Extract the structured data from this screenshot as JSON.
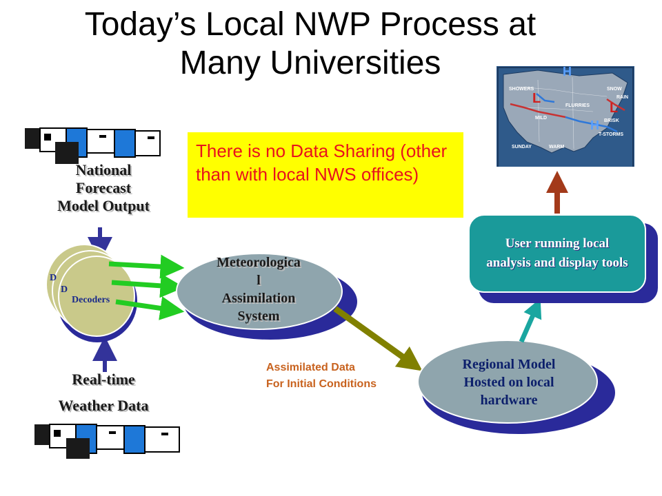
{
  "title": {
    "line1": "Today’s Local NWP Process at",
    "line2": "Many Universities"
  },
  "sources": {
    "national": [
      "National",
      "Forecast",
      "Model Output"
    ],
    "realtime": [
      "Real-time",
      "Weather Data"
    ]
  },
  "decoders": {
    "label": "Decoders",
    "back_label_1": "D",
    "back_label_2": "D"
  },
  "note": {
    "text": "There is no Data Sharing (other than with local NWS offices)"
  },
  "assimilation": {
    "lines": [
      "Meteorologica",
      "l",
      "Assimilation",
      "System"
    ]
  },
  "arrow_label": {
    "line1": "Assimilated Data",
    "line2": "For Initial Conditions"
  },
  "regional": {
    "lines": [
      "Regional Model",
      "Hosted on local",
      "hardware"
    ]
  },
  "user": {
    "line1": "User running local",
    "line2": "analysis and display tools"
  },
  "map": {
    "labels": [
      "H",
      "H",
      "L",
      "L",
      "SHOWERS",
      "FLURRIES",
      "MILD",
      "SNOW",
      "RAIN",
      "BRISK",
      "SUNDAY",
      "WARM",
      "T-STORMS"
    ]
  },
  "colors": {
    "note_bg": "#ffff00",
    "note_text": "#e8121c",
    "green_arrows": "#22cc22",
    "olive_arrow": "#808000",
    "teal_arrow": "#1aa6a0",
    "brown_arrow": "#a33a1a",
    "navy_arrow": "#33339a"
  }
}
